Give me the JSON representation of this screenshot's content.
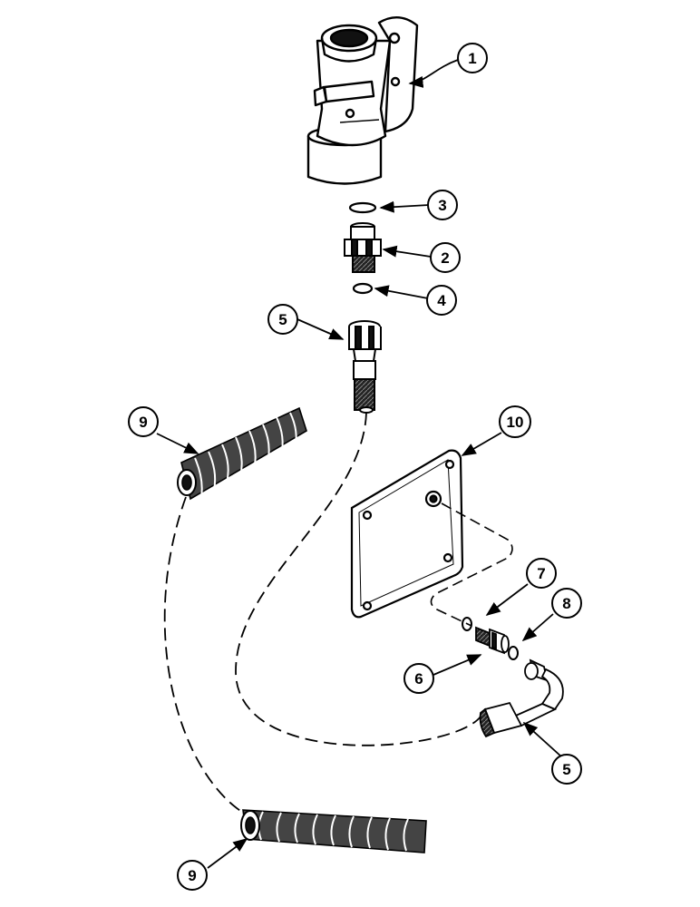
{
  "diagram": {
    "callouts": {
      "c1": "1",
      "c2": "2",
      "c3": "3",
      "c4": "4",
      "c5a": "5",
      "c5b": "5",
      "c6": "6",
      "c7": "7",
      "c8": "8",
      "c9a": "9",
      "c9b": "9",
      "c10": "10"
    },
    "colors": {
      "ink": "#000000",
      "paper": "#ffffff"
    }
  }
}
